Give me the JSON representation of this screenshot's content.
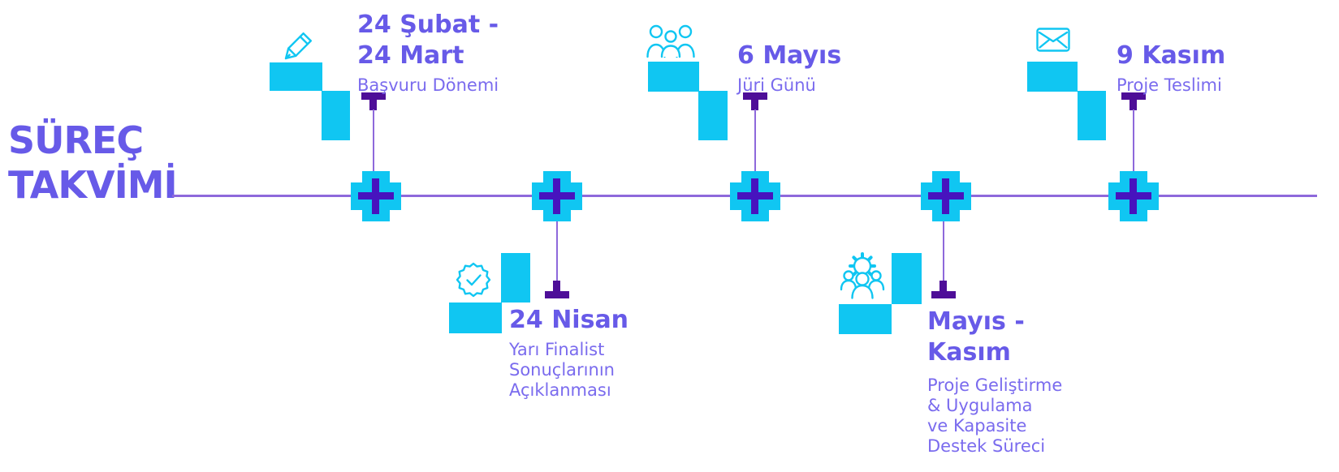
{
  "title": {
    "line1": "SÜREÇ",
    "line2": "TAKVİMİ"
  },
  "colors": {
    "cyan": "#10C6F2",
    "heading_purple": "#675AE8",
    "subtext_purple": "#7A6BEE",
    "marker_plus": "#4713BE",
    "connector_dark": "#4E0E98",
    "timeline_line": "#8E69DB"
  },
  "milestones": [
    {
      "name": "basvuru-donemi",
      "side": "above",
      "icon": "pencil-icon",
      "date_lines": [
        "24 Şubat -",
        "24 Mart"
      ],
      "desc_lines": [
        "Başvuru Dönemi"
      ]
    },
    {
      "name": "yari-finalist-sonuclari",
      "side": "below",
      "icon": "badge-check-icon",
      "date_lines": [
        "24 Nisan"
      ],
      "desc_lines": [
        "Yarı Finalist",
        "Sonuçlarının",
        "Açıklanması"
      ]
    },
    {
      "name": "juri-gunu",
      "side": "above",
      "icon": "jury-people-icon",
      "date_lines": [
        "6 Mayıs"
      ],
      "desc_lines": [
        "Jüri Günü"
      ]
    },
    {
      "name": "proje-gelistirme-destek",
      "side": "below",
      "icon": "team-gear-icon",
      "date_lines": [
        "Mayıs -",
        "Kasım"
      ],
      "desc_lines": [
        "Proje Geliştirme",
        "& Uygulama",
        "ve Kapasite",
        "Destek Süreci"
      ]
    },
    {
      "name": "proje-teslimi",
      "side": "above",
      "icon": "envelope-icon",
      "date_lines": [
        "9 Kasım"
      ],
      "desc_lines": [
        "Proje Teslimi"
      ]
    }
  ]
}
